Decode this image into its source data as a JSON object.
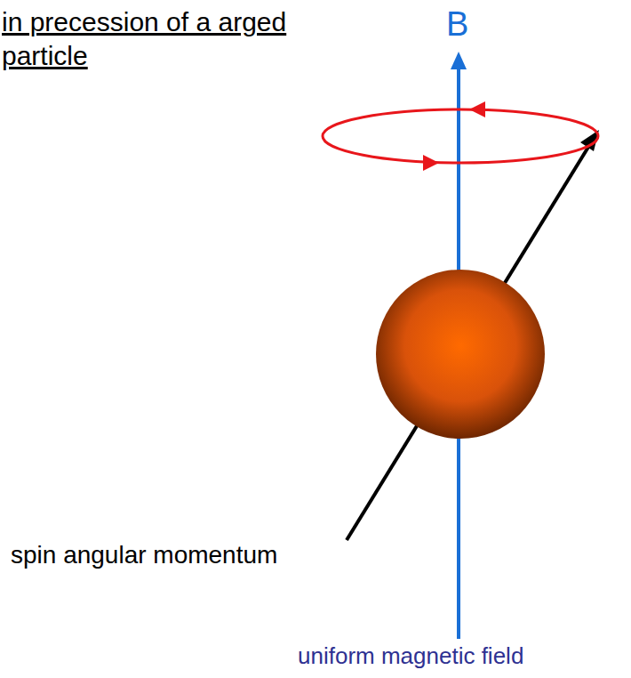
{
  "diagram": {
    "title": "in precession of a arged particle",
    "labels": [
      "B",
      "spin angular momentum",
      "uniform magnetic field"
    ]
  }
}
